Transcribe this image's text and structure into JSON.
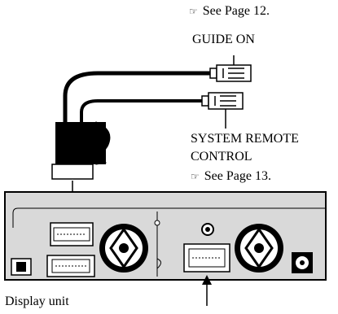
{
  "references": {
    "guide_on_page": "See Page 12.",
    "remote_page": "See Page 13."
  },
  "labels": {
    "guide_on": "GUIDE ON",
    "system_remote_line1": "SYSTEM REMOTE",
    "system_remote_line2": "CONTROL",
    "display_unit": "Display unit"
  },
  "icons": {
    "page_reference": "pointing-hand-icon"
  }
}
